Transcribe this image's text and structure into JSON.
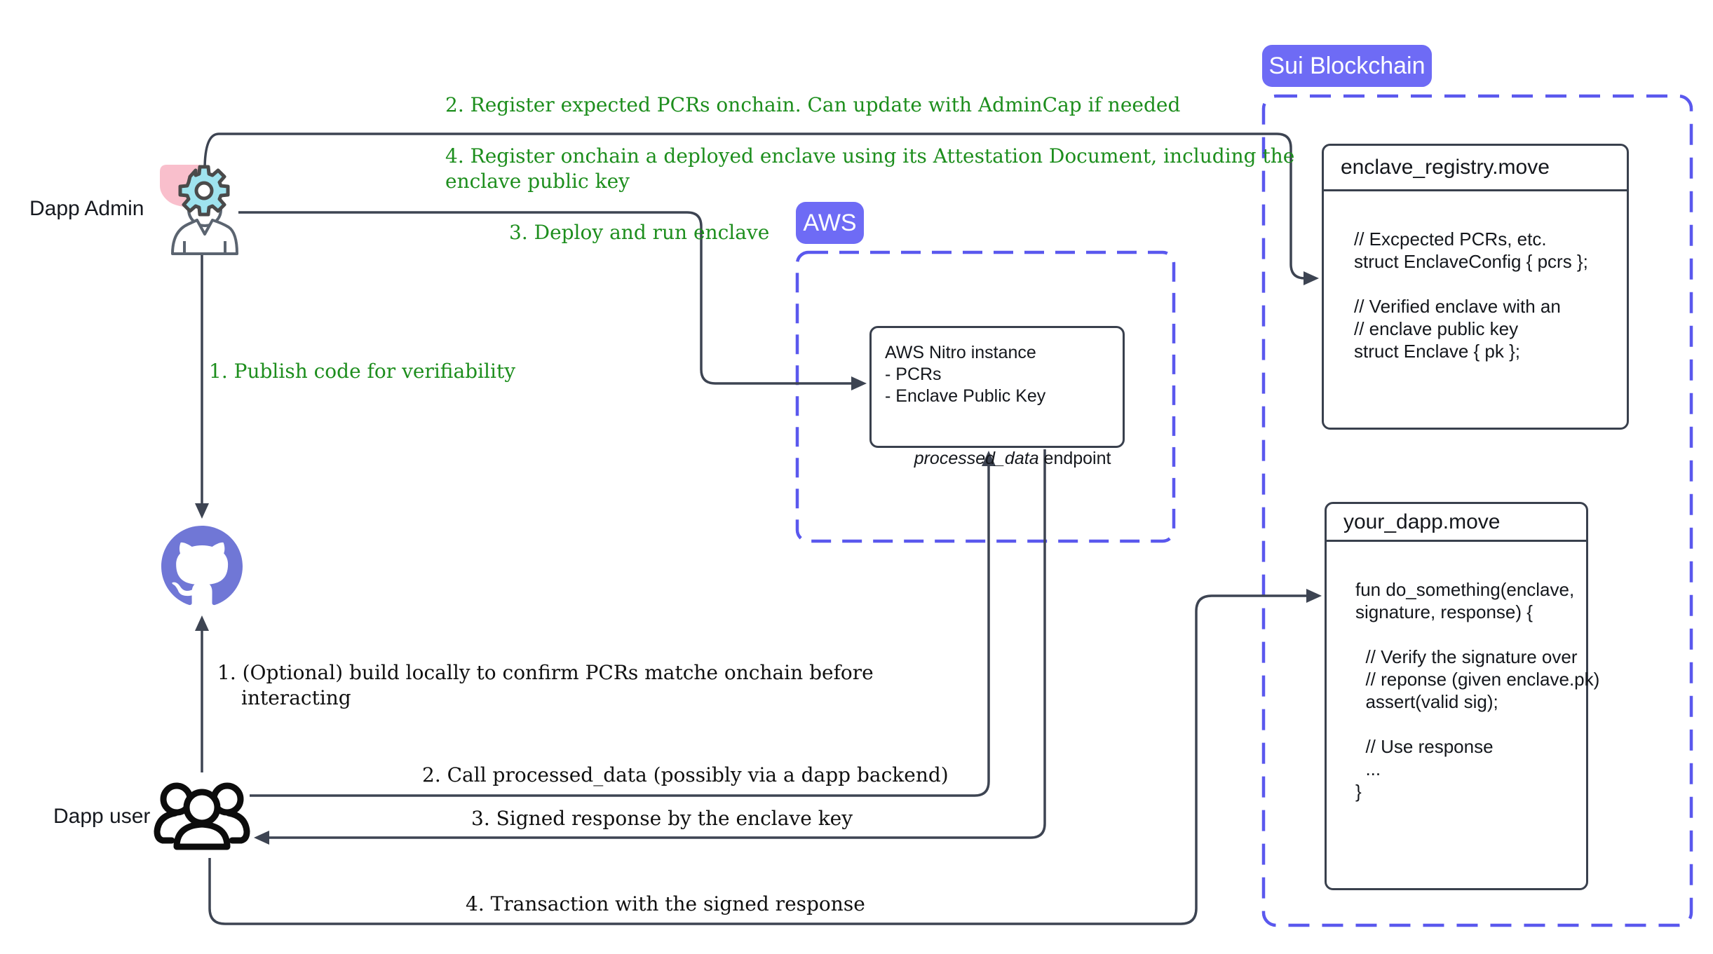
{
  "diagram": {
    "actors": {
      "dapp_admin": "Dapp Admin",
      "dapp_user": "Dapp user"
    },
    "admin_annotations": {
      "publish": "1. Publish code for verifiability",
      "register_pcrs": "2. Register expected PCRs onchain. Can update with AdminCap if needed",
      "deploy": "3. Deploy and run enclave",
      "register_enclave_l1": "4. Register onchain a deployed enclave using its Attestation Document, including the",
      "register_enclave_l2": "enclave public key"
    },
    "user_annotations": {
      "build_l1": "1. (Optional) build locally to confirm PCRs matche onchain before",
      "build_l2": "interacting",
      "call": "2. Call processed_data (possibly via a dapp backend)",
      "signed": "3. Signed response by the enclave key",
      "transaction": "4. Transaction with the signed response"
    },
    "aws": {
      "badge": "AWS",
      "nitro": {
        "line1": "AWS Nitro instance",
        "line2": "- PCRs",
        "line3": "- Enclave Public Key",
        "endpoint_name": "processed_data",
        "endpoint_suffix": " endpoint"
      }
    },
    "sui": {
      "badge": "Sui Blockchain",
      "registry": {
        "title": "enclave_registry.move",
        "code": [
          "// Excpected PCRs, etc.",
          "struct EnclaveConfig { pcrs };",
          "",
          "// Verified enclave with an",
          "// enclave public key",
          "struct Enclave { pk };"
        ]
      },
      "dapp": {
        "title": "your_dapp.move",
        "code": [
          "fun do_something(enclave,",
          "signature, response) {",
          "",
          "  // Verify the signature over",
          "  // reponse (given enclave.pk)",
          "  assert(valid sig);",
          "",
          "  // Use response",
          "  ...",
          "}"
        ]
      }
    },
    "colors": {
      "connector": "#3d4452",
      "annotation_green": "#1d8e1d",
      "badge_purple": "#6e6bf5",
      "dashed_purple": "#5a58ee",
      "github_purple": "#7077d6",
      "gear_fill": "#9fe3ee",
      "gear_outline": "#4a4a4a",
      "admin_pink": "#f9bfcc",
      "box_border": "#39404d"
    }
  }
}
